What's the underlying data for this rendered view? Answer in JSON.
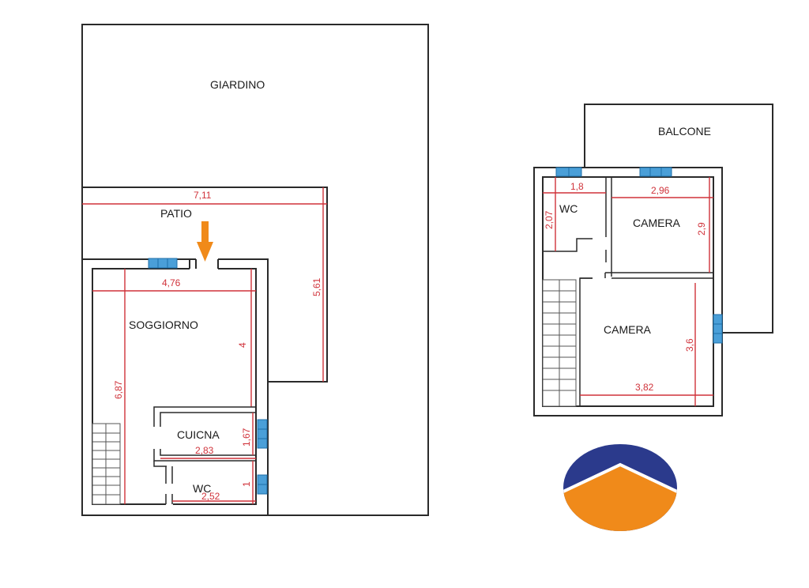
{
  "ground_floor": {
    "garden_label": "GIARDINO",
    "patio_label": "PATIO",
    "living_label": "SOGGIORNO",
    "kitchen_label": "CUICNA",
    "wc_label": "WC",
    "dimensions": {
      "patio_width": "7,11",
      "patio_depth": "5,61",
      "living_width": "4,76",
      "living_depth_right": "4",
      "living_depth_left": "6,87",
      "kitchen_width": "2,83",
      "kitchen_depth": "1,67",
      "wc_width": "2,52",
      "wc_depth": "1"
    }
  },
  "first_floor": {
    "balcony_label": "BALCONE",
    "wc_label": "WC",
    "bedroom1_label": "CAMERA",
    "bedroom2_label": "CAMERA",
    "dimensions": {
      "wc_width": "1,8",
      "wc_depth": "2,07",
      "bedroom1_width": "2,96",
      "bedroom1_depth": "2,9",
      "bedroom2_width": "3,82",
      "bedroom2_depth": "3,6"
    }
  },
  "colors": {
    "dimension": "#d0323a",
    "entrance_arrow": "#f08a1a",
    "window": "#4a9fd8",
    "logo_top": "#2b3a8c",
    "logo_bottom": "#f08a1a"
  }
}
